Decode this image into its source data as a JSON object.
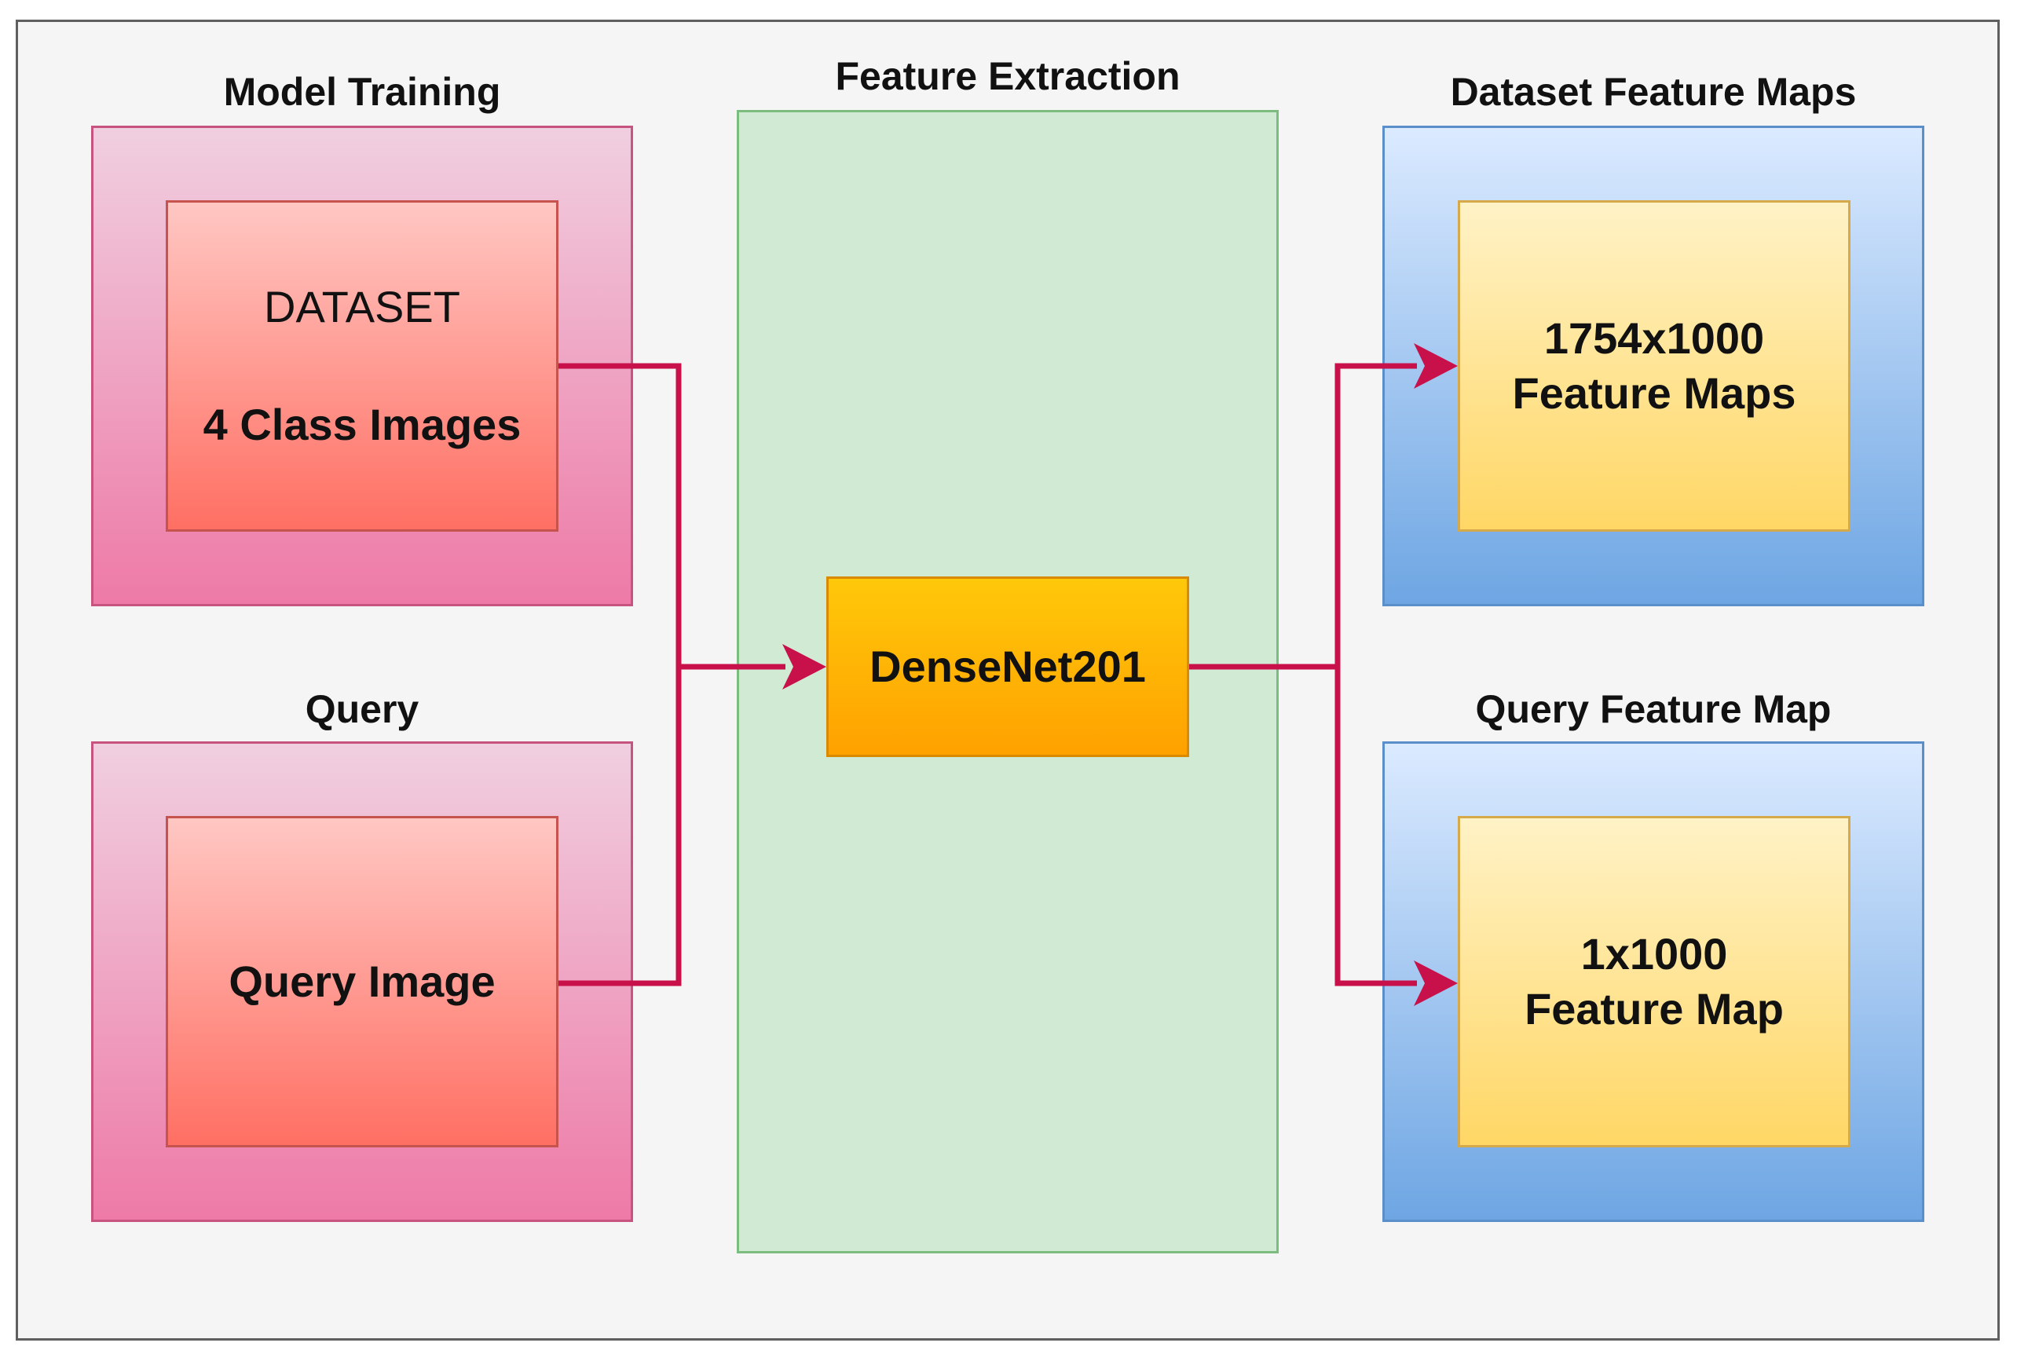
{
  "sections": {
    "model_training": {
      "title": "Model Training",
      "box_line1": "DATASET",
      "box_line2": "4 Class Images"
    },
    "query": {
      "title": "Query",
      "box_text": "Query Image"
    },
    "feature_extraction": {
      "title": "Feature Extraction",
      "model": "DenseNet201"
    },
    "dataset_feature_maps": {
      "title": "Dataset Feature Maps",
      "line1": "1754x1000",
      "line2": "Feature Maps"
    },
    "query_feature_map": {
      "title": "Query Feature Map",
      "line1": "1x1000",
      "line2": "Feature Map"
    }
  },
  "colors": {
    "connector": "#c8104a",
    "outer_pink": "#ee7aa7",
    "inner_red": "#ff6f63",
    "green_column": "#d0ead4",
    "orange_box": "#ffa100",
    "outer_blue": "#6ea6e3",
    "inner_yellow": "#ffd766"
  }
}
